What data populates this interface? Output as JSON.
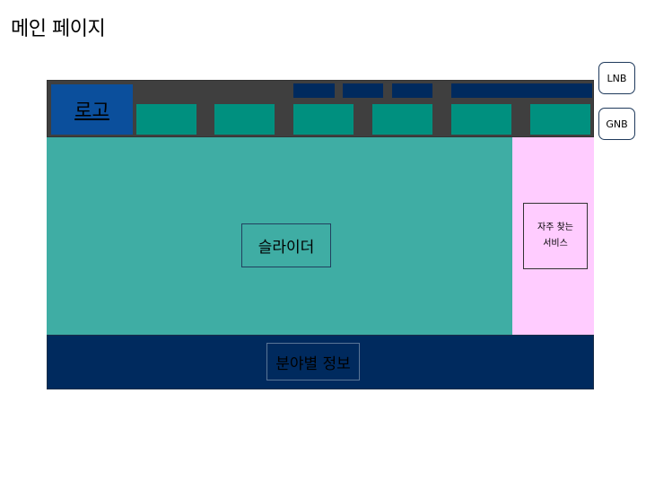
{
  "page_title": "메인 페이지",
  "header": {
    "logo_label": "로고",
    "lnb_block_count": 4,
    "gnb_block_count": 6
  },
  "slider": {
    "label": "슬라이더"
  },
  "favorite_services": {
    "label": "자주 찾는\n서비스"
  },
  "field_info": {
    "label": "분야별 정보"
  },
  "tags": {
    "lnb": "LNB",
    "gnb": "GNB"
  },
  "colors": {
    "header_bg": "#3f3f3f",
    "logo": "#0b4f9c",
    "lnb": "#002a5e",
    "gnb": "#00907f",
    "slider": "#3fada4",
    "favorites": "#ffccff",
    "field_info": "#002a5e"
  }
}
